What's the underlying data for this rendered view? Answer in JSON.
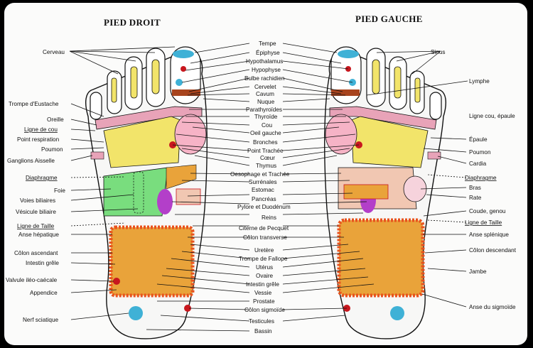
{
  "titles": {
    "right": "PIED DROIT",
    "left": "PIED GAUCHE"
  },
  "labels_left": [
    {
      "id": "cerveau",
      "text": "Cerveau"
    },
    {
      "id": "trompe-eustache",
      "text": "Trompe d'Eustache"
    },
    {
      "id": "oreille",
      "text": "Oreille"
    },
    {
      "id": "ligne-cou",
      "text": "Ligne de cou",
      "underline": true
    },
    {
      "id": "point-respiration",
      "text": "Point respiration"
    },
    {
      "id": "poumon-r",
      "text": "Poumon"
    },
    {
      "id": "ganglions-aisselle",
      "text": "Ganglions Aisselle"
    },
    {
      "id": "diaphragme-r",
      "text": "Diaphragme",
      "underline": true
    },
    {
      "id": "foie",
      "text": "Foie"
    },
    {
      "id": "voies-biliaires",
      "text": "Voies biliaires"
    },
    {
      "id": "vesicule-biliaire",
      "text": "Vésicule biliaire"
    },
    {
      "id": "ligne-taille-r",
      "text": "Ligne de Taille",
      "underline": true
    },
    {
      "id": "anse-hepatique",
      "text": "Anse hépatique"
    },
    {
      "id": "colon-ascendant",
      "text": "Côlon ascendant"
    },
    {
      "id": "intestin-grele-r",
      "text": "Intestin grêle"
    },
    {
      "id": "valvule",
      "text": "Valvule iléo-caécale"
    },
    {
      "id": "appendice",
      "text": "Appendice"
    },
    {
      "id": "nerf-sciatique",
      "text": "Nerf sciatique"
    }
  ],
  "labels_center": [
    {
      "id": "tempe",
      "text": "Tempe"
    },
    {
      "id": "epiphyse",
      "text": "Épiphyse"
    },
    {
      "id": "hypothalamus",
      "text": "Hypothalamus"
    },
    {
      "id": "hypophyse",
      "text": "Hypophyse"
    },
    {
      "id": "bulbe",
      "text": "Bulbe rachidien"
    },
    {
      "id": "cervelet",
      "text": "Cervelet"
    },
    {
      "id": "cavum",
      "text": "Cavum"
    },
    {
      "id": "nuque",
      "text": "Nuque"
    },
    {
      "id": "parathyroides",
      "text": "Parathyroïdes"
    },
    {
      "id": "thyroide",
      "text": "Thyroïde"
    },
    {
      "id": "cou",
      "text": "Cou"
    },
    {
      "id": "oeil-gauche",
      "text": "Oeil gauche"
    },
    {
      "id": "bronches",
      "text": "Bronches"
    },
    {
      "id": "point-trachee",
      "text": "Point Trachée"
    },
    {
      "id": "coeur",
      "text": "Cœur"
    },
    {
      "id": "thymus",
      "text": "Thymus"
    },
    {
      "id": "oesophage",
      "text": "Oesophage et Trachée"
    },
    {
      "id": "surrenales",
      "text": "Surrénales"
    },
    {
      "id": "estomac",
      "text": "Estomac"
    },
    {
      "id": "pancreas",
      "text": "Pancréas"
    },
    {
      "id": "pylore",
      "text": "Pylore et Duodénum"
    },
    {
      "id": "reins",
      "text": "Reins"
    },
    {
      "id": "citerne",
      "text": "Citerne de Pecquet"
    },
    {
      "id": "colon-transverse",
      "text": "Côlon transverse"
    },
    {
      "id": "uretere",
      "text": "Uretère"
    },
    {
      "id": "trompe-fallope",
      "text": "Trompe  de Fallope"
    },
    {
      "id": "uterus",
      "text": "Utérus"
    },
    {
      "id": "ovaire",
      "text": "Ovaire"
    },
    {
      "id": "intestin-grele-c",
      "text": "Intestin grêle"
    },
    {
      "id": "vessie",
      "text": "Vessie"
    },
    {
      "id": "prostate",
      "text": "Prostate"
    },
    {
      "id": "colon-sigmoide",
      "text": "Côlon sigmoïde"
    },
    {
      "id": "testicules",
      "text": "Testicules"
    },
    {
      "id": "bassin",
      "text": "Bassin"
    }
  ],
  "labels_right": [
    {
      "id": "sinus",
      "text": "Sinus"
    },
    {
      "id": "lymphe",
      "text": "Lymphe"
    },
    {
      "id": "ligne-cou-epaule",
      "text": "Ligne cou, épaule"
    },
    {
      "id": "epaule",
      "text": "Épaule"
    },
    {
      "id": "poumon-l",
      "text": "Poumon"
    },
    {
      "id": "cardia",
      "text": "Cardia"
    },
    {
      "id": "diaphragme-l",
      "text": "Diaphragme",
      "underline": true
    },
    {
      "id": "bras",
      "text": "Bras"
    },
    {
      "id": "rate",
      "text": "Rate"
    },
    {
      "id": "coude-genou",
      "text": "Coude, genou"
    },
    {
      "id": "ligne-taille-l",
      "text": "Ligne de Taille",
      "underline": true
    },
    {
      "id": "anse-splenique",
      "text": "Anse splénique"
    },
    {
      "id": "colon-descendant",
      "text": "Côlon descendant"
    },
    {
      "id": "jambe",
      "text": "Jambe"
    },
    {
      "id": "anse-sigmoide",
      "text": "Anse du sigmoïde"
    }
  ],
  "colors": {
    "neck_band": "#e8a3b8",
    "lung": "#f2e46a",
    "liver": "#79dd7e",
    "intestine": "#e9a33a",
    "intestine_border": "#e8531e",
    "kidney": "#b33fc9",
    "reflex_point": "#3fb1d6",
    "stomach": "#f1c7b2",
    "heart": "#f6b3c6",
    "spot": "#c8171e"
  }
}
